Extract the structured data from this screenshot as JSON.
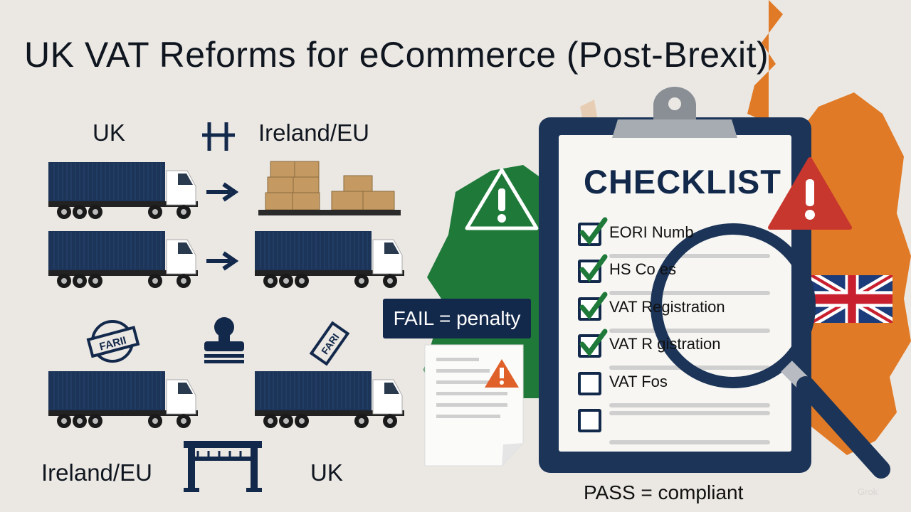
{
  "title": "UK VAT Reforms for eCommerce (Post-Brexit)",
  "labels": {
    "top_left": "UK",
    "top_right": "Ireland/EU",
    "bottom_left": "Ireland/EU",
    "bottom_right": "UK"
  },
  "stamps": {
    "left": "FARII",
    "right": "FARI"
  },
  "fail_label": "FAIL = penalty",
  "pass_label": "PASS = compliant",
  "checklist": {
    "title": "CHECKLIST",
    "items": [
      {
        "label": "EORI Numb",
        "checked": true
      },
      {
        "label": "HS Co  es",
        "checked": true
      },
      {
        "label": "VAT  Registration",
        "checked": true
      },
      {
        "label": "VAT R  gistration",
        "checked": true
      },
      {
        "label": "VAT Fos",
        "checked": false
      },
      {
        "label": "",
        "checked": false
      }
    ]
  },
  "colors": {
    "navy": "#13294b",
    "green": "#1f7a3a",
    "orange": "#e07a26",
    "red": "#c8372d",
    "background": "#ebe8e4"
  },
  "watermark": "Grok"
}
